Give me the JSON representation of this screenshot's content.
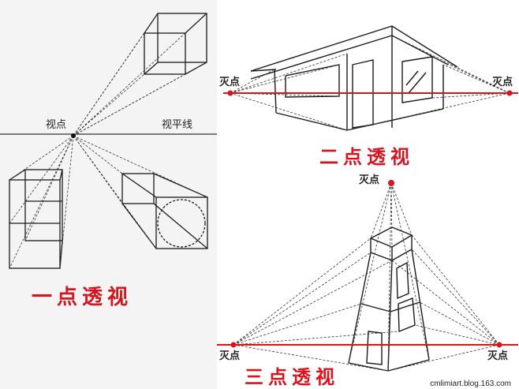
{
  "one_point": {
    "title": "一点透视",
    "viewpoint_label": "视点",
    "horizon_label": "视平线"
  },
  "two_point": {
    "title": "二点透视",
    "vp_left_label": "灭点",
    "vp_right_label": "灭点"
  },
  "three_point": {
    "title": "三点透视",
    "vp_top_label": "灭点",
    "vp_left_label": "灭点",
    "vp_right_label": "灭点"
  },
  "credit": "cmlimiart.blog.163.com",
  "colors": {
    "accent": "#d8141e",
    "line": "#1a1a1a",
    "panel_left": "#f4f4f4"
  }
}
